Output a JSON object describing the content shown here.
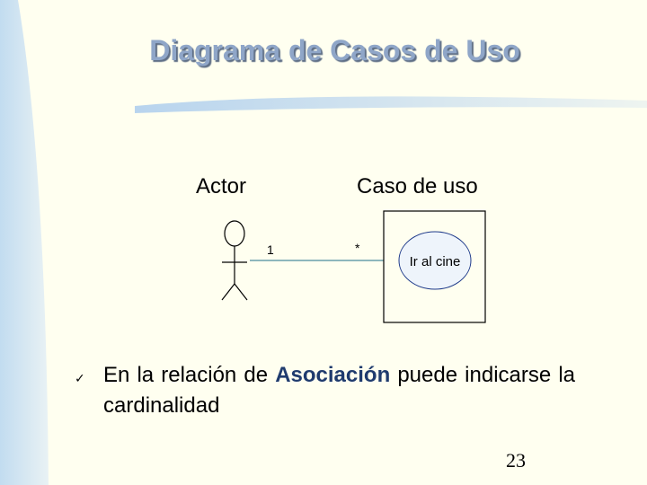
{
  "slide": {
    "title": "Diagrama de Casos de Uso",
    "label_actor": "Actor",
    "label_use_case": "Caso de uso",
    "page_number": "23"
  },
  "diagram": {
    "multiplicity_actor_end": "1",
    "multiplicity_usecase_end": "*",
    "use_case_name": "Ir al cine"
  },
  "body": {
    "text_before": "En la relación de ",
    "keyword": "Asociación",
    "text_after": " puede indicarse la cardinalidad"
  },
  "colors": {
    "background": "#fffff0",
    "left_band": "#d4e6f5",
    "title": "#8fa6c8",
    "keyword": "#1f3b6e",
    "use_case_fill": "#eef4fb"
  }
}
